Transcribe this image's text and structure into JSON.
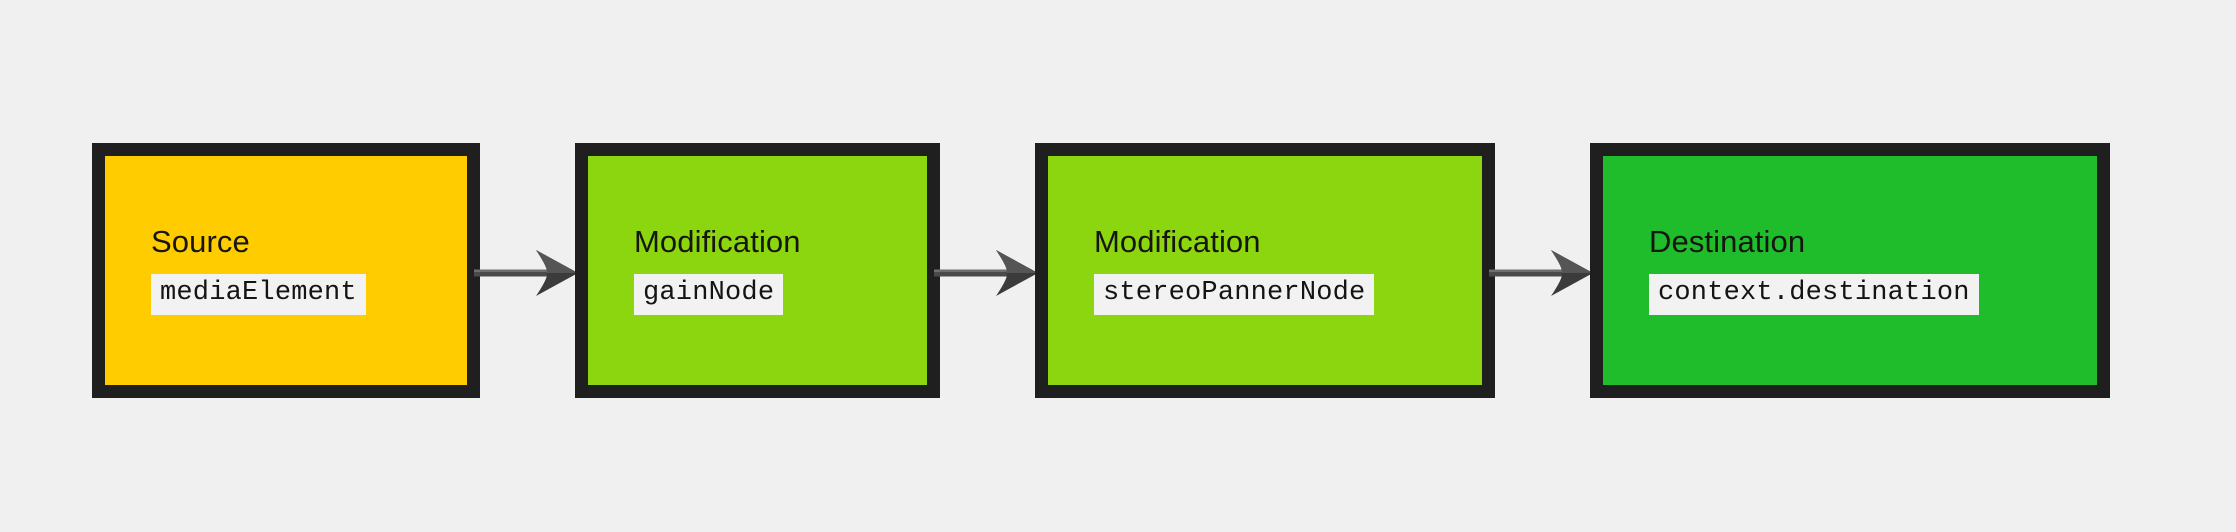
{
  "diagram": {
    "type": "flowchart",
    "orientation": "left-to-right",
    "background_color": "#f0f0f0",
    "nodes": [
      {
        "id": "source",
        "title": "Source",
        "code": "mediaElement",
        "fill_color": "#ffcc00",
        "border_color": "#1f1f20",
        "text_color": "#16160f"
      },
      {
        "id": "modification-gain",
        "title": "Modification",
        "code": "gainNode",
        "fill_color": "#8cd610",
        "border_color": "#1f1f20",
        "text_color": "#16160f"
      },
      {
        "id": "modification-panner",
        "title": "Modification",
        "code": "stereoPannerNode",
        "fill_color": "#8cd610",
        "border_color": "#1f1f20",
        "text_color": "#16160f"
      },
      {
        "id": "destination",
        "title": "Destination",
        "code": "context.destination",
        "fill_color": "#1fbc2b",
        "border_color": "#1f1f20",
        "text_color": "#16160f"
      }
    ],
    "edges": [
      {
        "id": "edge-1",
        "from": "source",
        "to": "modification-gain",
        "icon": "arrow-right-icon",
        "color": "#4a4a4a"
      },
      {
        "id": "edge-2",
        "from": "modification-gain",
        "to": "modification-panner",
        "icon": "arrow-right-icon",
        "color": "#4a4a4a"
      },
      {
        "id": "edge-3",
        "from": "modification-panner",
        "to": "destination",
        "icon": "arrow-right-icon",
        "color": "#4a4a4a"
      }
    ]
  }
}
